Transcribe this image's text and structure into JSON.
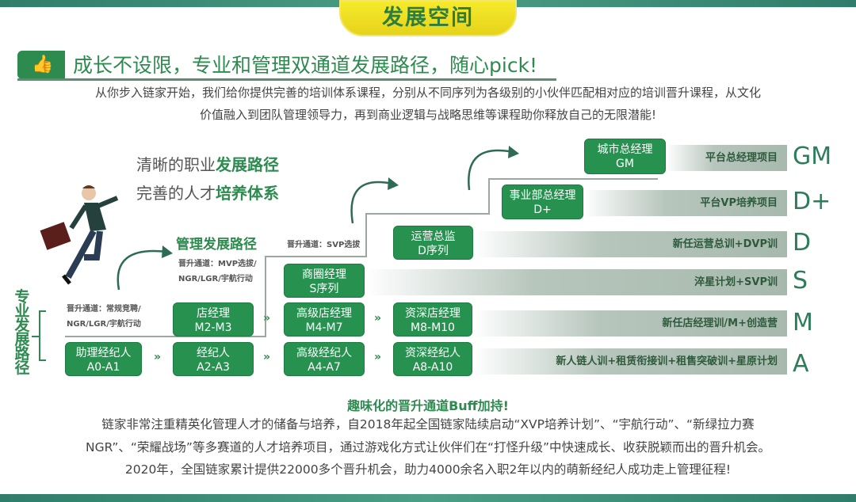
{
  "banner": "发展空间",
  "header": {
    "icon": "thumbs-up-icon",
    "title": "成长不设限，专业和管理双通道发展路径，随心pick!"
  },
  "intro": [
    "从你步入链家开始，我们给你提供完善的培训体系课程，分别从不同序列为各级别的小伙伴匹配相对应的培训晋升课程，从文化",
    "价值融入到团队管理领导力，再到商业逻辑与战略思维等课程助你释放自己的无限潜能!"
  ],
  "slogan": [
    {
      "plain": "清晰的职业",
      "bold": "发展路径"
    },
    {
      "plain": "完善的人才",
      "bold": "培养体系"
    }
  ],
  "mgmt_path": "管理发展路径",
  "pro_path": "专业发展路径",
  "channels": {
    "mvp": [
      "晋升通道：MVP选拔/",
      "NGR/LGR/宇航行动"
    ],
    "svp": "晋升通道：SVP选拔",
    "regular": [
      "晋升通道：常规竞聘/",
      "NGR/LGR/宇航行动"
    ]
  },
  "chevron": "»",
  "boxes": {
    "a1": [
      "助理经纪人",
      "A0-A1"
    ],
    "a2": [
      "经纪人",
      "A2-A3"
    ],
    "a3": [
      "高级经纪人",
      "A4-A7"
    ],
    "a4": [
      "资深经纪人",
      "A8-A10"
    ],
    "m1": [
      "店经理",
      "M2-M3"
    ],
    "m2": [
      "高级店经理",
      "M4-M7"
    ],
    "m3": [
      "资深店经理",
      "M8-M10"
    ],
    "s": [
      "商圈经理",
      "S序列"
    ],
    "d": [
      "运营总监",
      "D序列"
    ],
    "dp": [
      "事业部总经理",
      "D+"
    ],
    "gm": [
      "城市总经理",
      "GM"
    ]
  },
  "programs": {
    "gm": "平台总经理项目",
    "dp": "平台VP培养项目",
    "d": "新任运营总训+DVP训",
    "s": "淬星计划+SVP训",
    "m": "新任店经理训/M+创造营",
    "a": "新人链人训+租赁衔接训+租售突破训+星原计划"
  },
  "levels": {
    "gm": "GM",
    "dp": "D+",
    "d": "D",
    "s": "S",
    "m": "M",
    "a": "A"
  },
  "footer": {
    "title": "趣味化的晋升通道Buff加持!",
    "lines": [
      "链家非常注重精英化管理人才的储备与培养，自2018年起全国链家陆续启动“XVP培养计划”、“宇航行动”、“新绿拉力赛",
      "NGR”、“荣耀战场”等多赛道的人才培养项目，通过游戏化方式让伙伴们在“打怪升级”中快速成长、收获脱颖而出的晋升机会。",
      "2020年，全国链家累计提供22000多个晋升机会，助力4000余名入职2年以内的萌新经纪人成功走上管理征程!"
    ]
  }
}
